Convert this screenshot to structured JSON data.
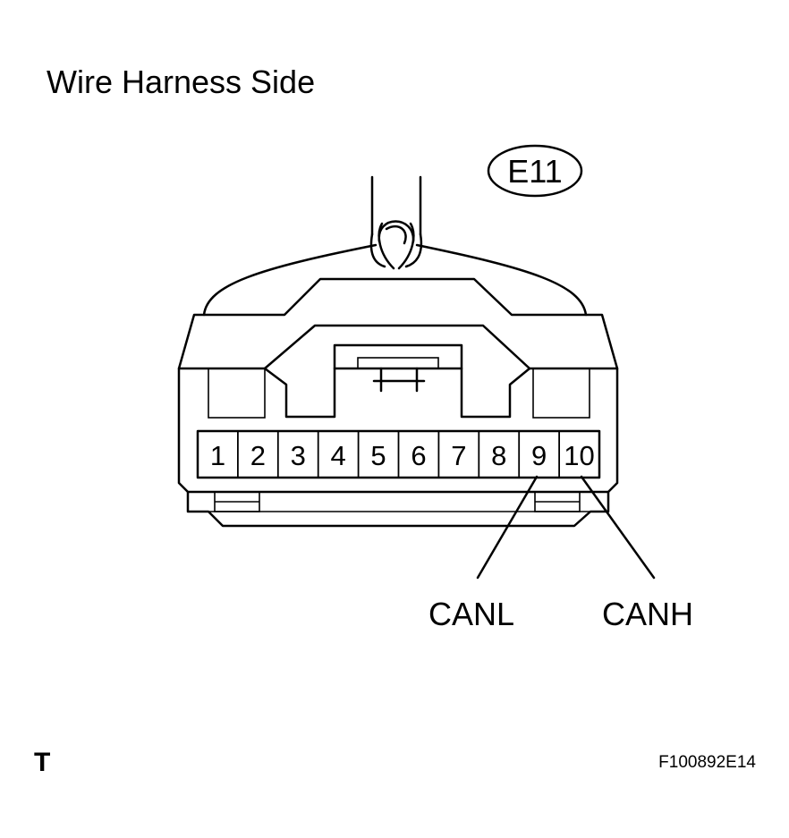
{
  "header": {
    "title": "Wire Harness Side"
  },
  "connector": {
    "code": "E11",
    "pins": [
      "1",
      "2",
      "3",
      "4",
      "5",
      "6",
      "7",
      "8",
      "9",
      "10"
    ]
  },
  "callouts": [
    {
      "pin": "9",
      "label": "CANL"
    },
    {
      "pin": "10",
      "label": "CANH"
    }
  ],
  "footer": {
    "corner_mark": "T",
    "figure_id": "F100892E14"
  }
}
